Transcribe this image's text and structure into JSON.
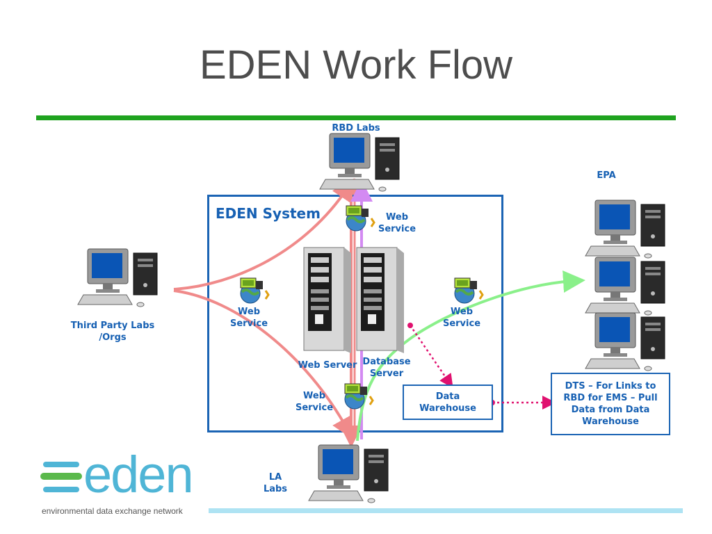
{
  "title": "EDEN Work Flow",
  "nodes": {
    "rbd_labs": "RBD Labs",
    "epa": "EPA",
    "third_party": "Third Party Labs\n/Orgs",
    "la_labs": "LA\nLabs"
  },
  "system": {
    "title": "EDEN System",
    "web_service": "Web\nService",
    "web_server": "Web Server",
    "database_server": "Database\nServer",
    "data_warehouse": "Data\nWarehouse"
  },
  "dts_note": "DTS – For Links to RBD for EMS – Pull Data from Data Warehouse",
  "logo": {
    "word": "eden",
    "tagline": "environmental data exchange network"
  },
  "colors": {
    "accent_green": "#1fa31f",
    "label_blue": "#1660b3",
    "flow_red": "#f08a8a",
    "flow_green": "#8af08a",
    "flow_violet": "#d38af2",
    "dotted_magenta": "#e0116f"
  }
}
